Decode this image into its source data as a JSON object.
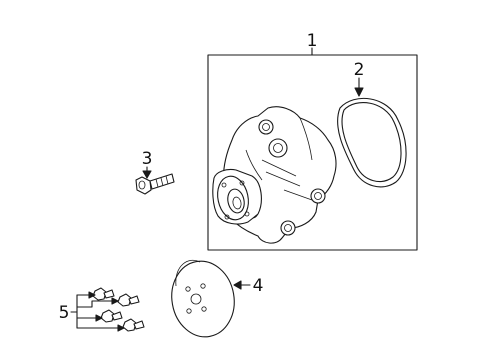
{
  "diagram": {
    "callouts": [
      {
        "id": "1",
        "label": "1",
        "part": "water-pump-assembly"
      },
      {
        "id": "2",
        "label": "2",
        "part": "gasket"
      },
      {
        "id": "3",
        "label": "3",
        "part": "pump-bolt"
      },
      {
        "id": "4",
        "label": "4",
        "part": "pulley"
      },
      {
        "id": "5",
        "label": "5",
        "part": "pulley-bolts"
      }
    ],
    "line_color": "#1a1a1a",
    "background": "#ffffff"
  }
}
